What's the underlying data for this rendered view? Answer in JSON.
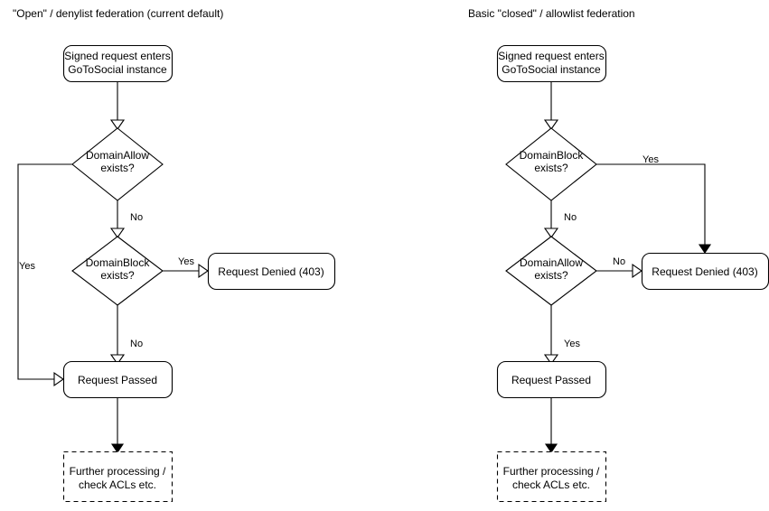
{
  "page": {
    "background": "#ffffff",
    "stroke_color": "#000000",
    "text_color": "#000000"
  },
  "diagrams": [
    {
      "id": "open-denylist",
      "title": "\"Open\" / denylist federation (current default)",
      "nodes": {
        "entry": "Signed request enters\nGoToSocial instance",
        "entry_line1": "Signed request enters",
        "entry_line2": "GoToSocial instance",
        "decision1_line1": "DomainAllow",
        "decision1_line2": "exists?",
        "decision2_line1": "DomainBlock",
        "decision2_line2": "exists?",
        "denied": "Request Denied (403)",
        "passed": "Request Passed",
        "further_line1": "Further processing /",
        "further_line2": "check ACLs etc."
      },
      "edges": {
        "allow_yes": "Yes",
        "allow_no": "No",
        "block_yes": "Yes",
        "block_no": "No"
      }
    },
    {
      "id": "closed-allowlist",
      "title": "Basic \"closed\" / allowlist federation",
      "nodes": {
        "entry_line1": "Signed request enters",
        "entry_line2": "GoToSocial instance",
        "decision1_line1": "DomainBlock",
        "decision1_line2": "exists?",
        "decision2_line1": "DomainAllow",
        "decision2_line2": "exists?",
        "denied": "Request Denied (403)",
        "passed": "Request Passed",
        "further_line1": "Further processing /",
        "further_line2": "check ACLs etc."
      },
      "edges": {
        "block_yes": "Yes",
        "block_no": "No",
        "allow_no": "No",
        "allow_yes": "Yes"
      }
    }
  ]
}
